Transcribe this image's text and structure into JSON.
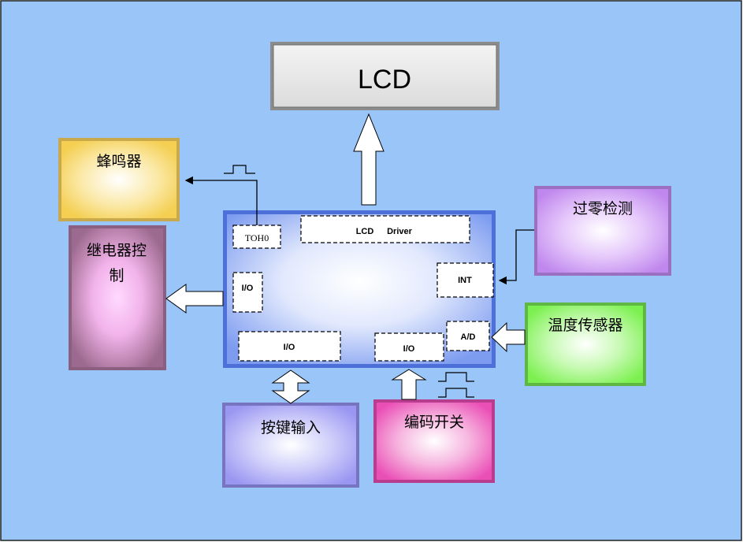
{
  "blocks": {
    "lcd": "LCD",
    "buzzer": "蜂鸣器",
    "relay_line1": "继电器控",
    "relay_line2": "制",
    "zero_cross": "过零检测",
    "temp_sensor": "温度传感器",
    "keypad": "按键输入",
    "encoder": "编码开关"
  },
  "mcu": {
    "lcd_driver_part1": "LCD",
    "lcd_driver_part2": "Driver",
    "toh0": "TOH0",
    "io_left": "I/O",
    "io_bottom_left": "I/O",
    "io_bottom_right": "I/O",
    "int": "INT",
    "ad": "A/D"
  },
  "colors": {
    "background": "#99c5f9",
    "mcu_edge": "#5b7fe6",
    "buzzer": "#f7d76a",
    "relay": "#b77fa3",
    "zero_cross": "#cf9cf2",
    "temp_sensor": "#8ff56b",
    "keypad": "#a8a5f5",
    "encoder": "#ef67c1",
    "lcd": "#e8e8e8"
  }
}
